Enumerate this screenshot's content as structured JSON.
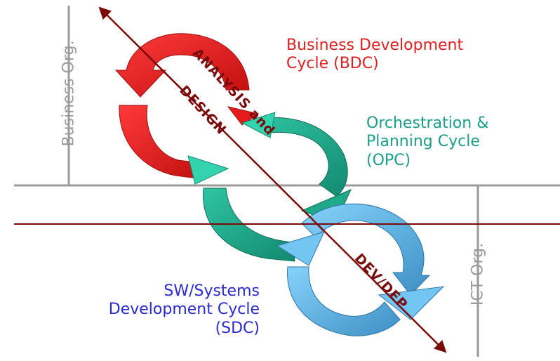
{
  "org_labels": {
    "business": "Business Org.",
    "ict": "ICT Org."
  },
  "cycles": [
    {
      "key": "bdc",
      "lines": [
        "Business Development",
        "Cycle (BDC)"
      ],
      "color": "#e02020"
    },
    {
      "key": "opc",
      "lines": [
        "Orchestration &",
        "Planning Cycle",
        "(OPC)"
      ],
      "color": "#1a9e8a"
    },
    {
      "key": "sdc",
      "lines": [
        "SW/Systems",
        "Development Cycle",
        "(SDC)"
      ],
      "color": "#2a2ad0"
    }
  ],
  "diagonal": {
    "phase_top_line1": "ANALYSIS and",
    "phase_top_line2": "DESIGN",
    "phase_bottom": "DEV/DEP",
    "color": "#7a0a0a"
  },
  "colors": {
    "red": "#e51b1b",
    "red_dark": "#b31212",
    "teal": "#1fa88a",
    "teal_light": "#33d3b0",
    "blue": "#4ba3d6",
    "blue_light": "#74c6f2",
    "gray": "#9a9a9a",
    "maroon": "#7a0a0a"
  }
}
